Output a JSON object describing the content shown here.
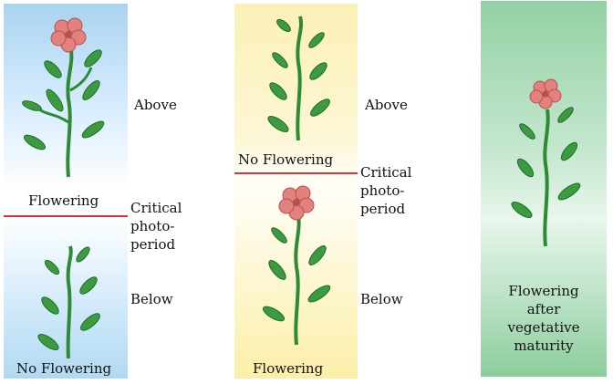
{
  "panels": {
    "long_day": {
      "label_above": "Above",
      "label_flowering": "Flowering",
      "label_critical": "Critical",
      "label_photo": "photo-",
      "label_period": "period",
      "label_below": "Below",
      "label_no_flowering": "No Flowering"
    },
    "short_day": {
      "label_above": "Above",
      "label_no_flowering": "No Flowering",
      "label_critical": "Critical",
      "label_photo": "photo-",
      "label_period": "period",
      "label_below": "Below",
      "label_flowering": "Flowering"
    },
    "day_neutral": {
      "caption_line1": "Flowering",
      "caption_line2": "after",
      "caption_line3": "vegetative",
      "caption_line4": "maturity"
    }
  },
  "colors": {
    "leaf": "#3c9a3f",
    "leaf_dark": "#1f6e2a",
    "stem": "#2f8a35",
    "petal": "#e2827e",
    "petal_dark": "#b9504f",
    "critical_line": "#d6353a"
  },
  "icons": [
    "flower-icon",
    "leaf-icon",
    "stem-icon"
  ]
}
